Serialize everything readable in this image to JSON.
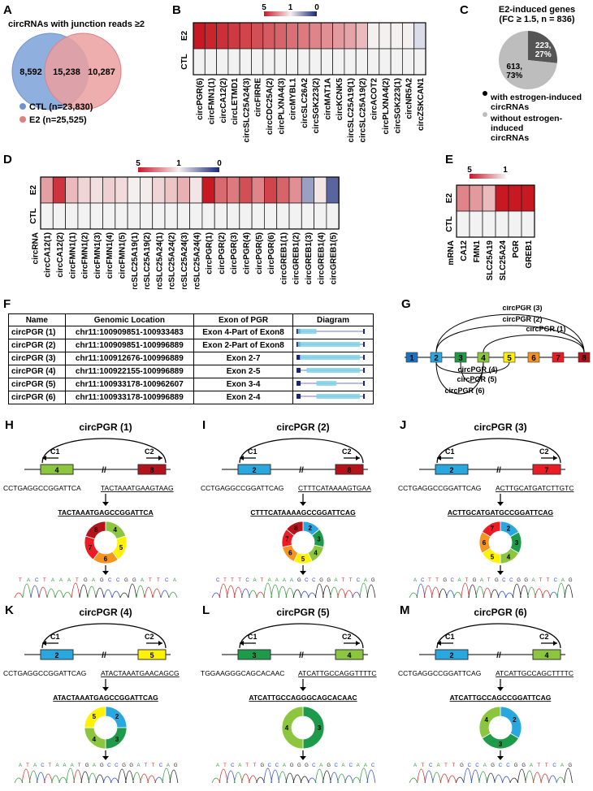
{
  "panelA": {
    "label": "A",
    "title": "circRNAs with junction reads ≥2",
    "left_only": "8,592",
    "overlap": "15,238",
    "right_only": "10,287",
    "legend": [
      {
        "text": "CTL (n=23,830)",
        "color": "#6f95cf"
      },
      {
        "text": "E2 (n=25,525)",
        "color": "#e07f7f"
      }
    ],
    "colors": {
      "ctl": "#8fb0df",
      "e2": "#eba0a0",
      "overlap": "#b59fc0"
    }
  },
  "panelB": {
    "label": "B",
    "scale": [
      "5",
      "1",
      "0"
    ],
    "rows": [
      "E2",
      "CTL"
    ],
    "genes": [
      "circPGR(6)",
      "circFMN1(1)",
      "circCA12(2)",
      "circLETMD1",
      "circSLC25A24(3)",
      "circFIRRE",
      "circCDC25A(2)",
      "circPLXNA4(3)",
      "circMYBL1",
      "circSLC26A2",
      "circSGK223(2)",
      "circMAT1A",
      "circKCNK5",
      "circSLC25A19(1)",
      "circSLC25A19(2)",
      "circACOT2",
      "circPLXNA4(2)",
      "circSGK223(1)",
      "circNR5A2",
      "circZSKCAN1"
    ],
    "e2_values": [
      5.0,
      4.8,
      4.6,
      4.4,
      4.2,
      4.0,
      3.8,
      3.6,
      3.4,
      3.2,
      3.0,
      2.8,
      2.6,
      2.4,
      2.0,
      1.0,
      1.0,
      1.0,
      1.0,
      0.9
    ]
  },
  "panelC": {
    "label": "C",
    "title_line1": "E2-induced genes",
    "title_line2": "(FC ≥ 1.5, n = 836)",
    "slices": [
      {
        "label": "223,",
        "pct": "27%",
        "value": 223,
        "color": "#555555"
      },
      {
        "label": "613,",
        "pct": "73%",
        "value": 613,
        "color": "#bdbdbd"
      }
    ],
    "legend": [
      {
        "line1": "with estrogen-induced",
        "line2": "circRNAs",
        "color": "#000000"
      },
      {
        "line1": "without estrogen-induced",
        "line2": "circRNAs",
        "color": "#bdbdbd"
      }
    ]
  },
  "panelD": {
    "label": "D",
    "scale": [
      "5",
      "1",
      "0"
    ],
    "rows": [
      "E2",
      "CTL"
    ],
    "genes": [
      "circRNA",
      "circCA12(1)",
      "circCA12(2)",
      "circFMN1(1)",
      "circFMN1(2)",
      "circFMN1(3)",
      "circFMN1(4)",
      "circFMN1(5)",
      "circSLC25A19(1)",
      "circSLC25A19(2)",
      "circSLC25A24(1)",
      "circSLC25A24(2)",
      "circSLC25A24(3)",
      "circSLC25A24(4)",
      "circPGR(1)",
      "circPGR(2)",
      "circPGR(3)",
      "circPGR(4)",
      "circPGR(5)",
      "circPGR(6)",
      "circGREB1(1)",
      "circGREB1(2)",
      "circGREB1(3)",
      "circGREB1(4)",
      "circGREB1(5)"
    ],
    "e2_values": [
      0.8,
      2.5,
      4.5,
      2.0,
      1.5,
      1.3,
      1.6,
      1.4,
      1.0,
      1.1,
      1.5,
      1.8,
      2.2,
      1.2,
      5.0,
      3.5,
      3.2,
      4.0,
      3.0,
      4.2,
      3.6,
      2.8,
      0.6,
      1.2,
      0.3
    ]
  },
  "panelE": {
    "label": "E",
    "scale": [
      "5",
      "1"
    ],
    "rows": [
      "E2",
      "CTL"
    ],
    "genes": [
      "mRNA",
      "CA12",
      "FMN1",
      "SLC25A19",
      "SLC25A24",
      "PGR",
      "GREB1"
    ],
    "e2_values": [
      3.0,
      2.6,
      2.0,
      6.0,
      6.0,
      6.0
    ]
  },
  "panelF": {
    "label": "F",
    "headers": [
      "Name",
      "Genomic Location",
      "Exon of PGR",
      "Diagram"
    ],
    "rows": [
      {
        "name": "circPGR (1)",
        "loc": "chr11:100909851-100933483",
        "exon": "Exon 4-Part of Exon8",
        "span": [
          0.02,
          0.3
        ]
      },
      {
        "name": "circPGR (2)",
        "loc": "chr11:100909851-100996889",
        "exon": "Exon 2-Part of Exon8",
        "span": [
          0.02,
          0.95
        ]
      },
      {
        "name": "circPGR (3)",
        "loc": "chr11:100912676-100996889",
        "exon": "Exon 2-7",
        "span": [
          0.05,
          0.95
        ]
      },
      {
        "name": "circPGR (4)",
        "loc": "chr11:100922155-100996889",
        "exon": "Exon 2-5",
        "span": [
          0.15,
          0.95
        ]
      },
      {
        "name": "circPGR (5)",
        "loc": "chr11:100933178-100962607",
        "exon": "Exon 3-4",
        "span": [
          0.3,
          0.6
        ]
      },
      {
        "name": "circPGR (6)",
        "loc": "chr11:100933178-100996889",
        "exon": "Exon 2-4",
        "span": [
          0.3,
          0.95
        ]
      }
    ]
  },
  "panelG": {
    "label": "G",
    "exons": [
      {
        "n": "1",
        "color": "#1e73be"
      },
      {
        "n": "2",
        "color": "#29a8e0"
      },
      {
        "n": "3",
        "color": "#1d9a4a"
      },
      {
        "n": "4",
        "color": "#8cc63f"
      },
      {
        "n": "5",
        "color": "#fff200"
      },
      {
        "n": "6",
        "color": "#f7941d"
      },
      {
        "n": "7",
        "color": "#ed1c24"
      },
      {
        "n": "8",
        "color": "#b5121b"
      }
    ],
    "arcs": [
      "circPGR (3)",
      "circPGR (2)",
      "circPGR (1)",
      "circPGR (4)",
      "circPGR (5)",
      "circPGR (6)"
    ]
  },
  "junctions": [
    {
      "label": "H",
      "title": "circPGR (1)",
      "exonL": "4",
      "exonR": "8",
      "seqL": "CCTGAGGCCGGATTCA",
      "seqR": "TACTAAATGAAGTAAG",
      "junction": "TACTAAATGAGCCGGATTCA",
      "trace": "TACTAAATGAGCCGGATTCA",
      "ring": [
        "4",
        "5",
        "6",
        "7",
        "8"
      ]
    },
    {
      "label": "I",
      "title": "circPGR (2)",
      "exonL": "2",
      "exonR": "8",
      "seqL": "CCTGAGGCCGGATTCAG",
      "seqR": "CTTTCATAAAAGTGAA",
      "junction": "CTTTCATAAAAGCCGGATTCAG",
      "trace": "CTTTCATAAAAGCCGGATTCAG",
      "ring": [
        "2",
        "3",
        "4",
        "5",
        "6",
        "7",
        "8"
      ]
    },
    {
      "label": "J",
      "title": "circPGR (3)",
      "exonL": "2",
      "exonR": "7",
      "seqL": "CCTGAGGCCGGATTCAG",
      "seqR": "ACTTGCATGATCTTGTC",
      "junction": "ACTTGCATGATGCCGGATTCAG",
      "trace": "ACTTGCATGATGCCGGATTCAG",
      "ring": [
        "2",
        "3",
        "4",
        "5",
        "6",
        "7"
      ]
    },
    {
      "label": "K",
      "title": "circPGR (4)",
      "exonL": "2",
      "exonR": "5",
      "seqL": "CCTGAGGCCGGATTCAG",
      "seqR": "ATACTAAATGAACAGCG",
      "junction": "ATACTAAATGAGCCGGATTCAG",
      "trace": "ATACTAAATGAGCCGGATTCAG",
      "ring": [
        "2",
        "3",
        "4",
        "5"
      ]
    },
    {
      "label": "L",
      "title": "circPGR (5)",
      "exonL": "3",
      "exonR": "4",
      "seqL": "TGGAAGGGCAGCACAAC",
      "seqR": "ATCATTGCCAGGTTTTC",
      "junction": "ATCATTGCCAGGGCAGCACAAC",
      "trace": "ATCATTGCCAGGGCAGCACAAC",
      "ring": [
        "3",
        "4"
      ]
    },
    {
      "label": "M",
      "title": "circPGR (6)",
      "exonL": "2",
      "exonR": "4",
      "seqL": "CCTGAGGCCGGATTCAG",
      "seqR": "ATCATTGCCAGCTTTTC",
      "junction": "ATCATTGCCAGCCGGATTCAG",
      "trace": "ATCATTGCCAGCCGGATTCAG",
      "ring": [
        "2",
        "3",
        "4"
      ]
    }
  ],
  "c1": "C1",
  "c2": "C2"
}
